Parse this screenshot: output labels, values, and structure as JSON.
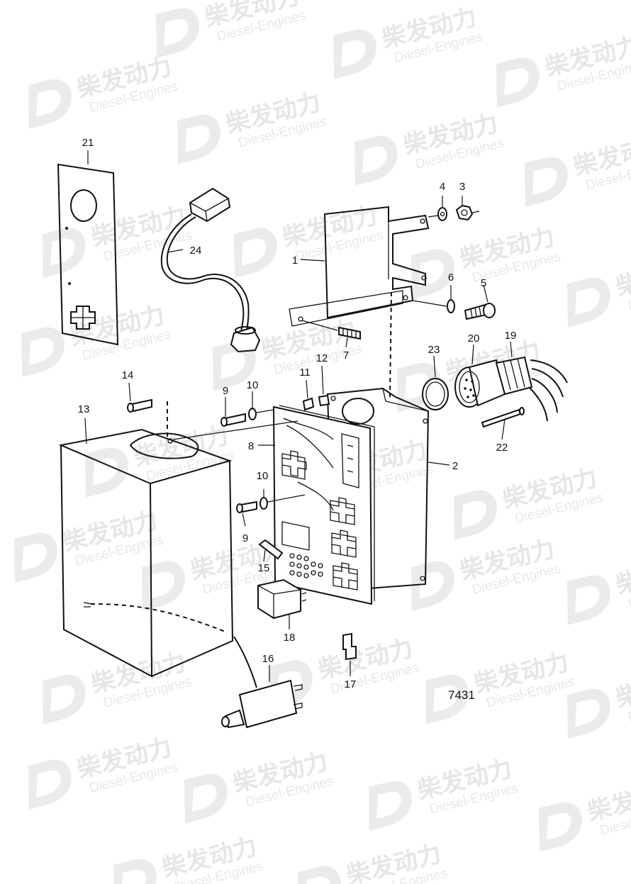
{
  "watermark": {
    "cn": "柴发动力",
    "en": "Diesel-Engines"
  },
  "drawing_number": "7431",
  "callouts": [
    {
      "id": "c1",
      "label": "1"
    },
    {
      "id": "c2",
      "label": "2"
    },
    {
      "id": "c3",
      "label": "3"
    },
    {
      "id": "c4",
      "label": "4"
    },
    {
      "id": "c5",
      "label": "5"
    },
    {
      "id": "c6",
      "label": "6"
    },
    {
      "id": "c7",
      "label": "7"
    },
    {
      "id": "c8",
      "label": "8"
    },
    {
      "id": "c9a",
      "label": "9"
    },
    {
      "id": "c9b",
      "label": "9"
    },
    {
      "id": "c10a",
      "label": "10"
    },
    {
      "id": "c10b",
      "label": "10"
    },
    {
      "id": "c11",
      "label": "11"
    },
    {
      "id": "c12",
      "label": "12"
    },
    {
      "id": "c13",
      "label": "13"
    },
    {
      "id": "c14",
      "label": "14"
    },
    {
      "id": "c15",
      "label": "15"
    },
    {
      "id": "c16",
      "label": "16"
    },
    {
      "id": "c17",
      "label": "17"
    },
    {
      "id": "c18",
      "label": "18"
    },
    {
      "id": "c19",
      "label": "19"
    },
    {
      "id": "c20",
      "label": "20"
    },
    {
      "id": "c21",
      "label": "21"
    },
    {
      "id": "c22",
      "label": "22"
    },
    {
      "id": "c23",
      "label": "23"
    },
    {
      "id": "c24",
      "label": "24"
    }
  ]
}
